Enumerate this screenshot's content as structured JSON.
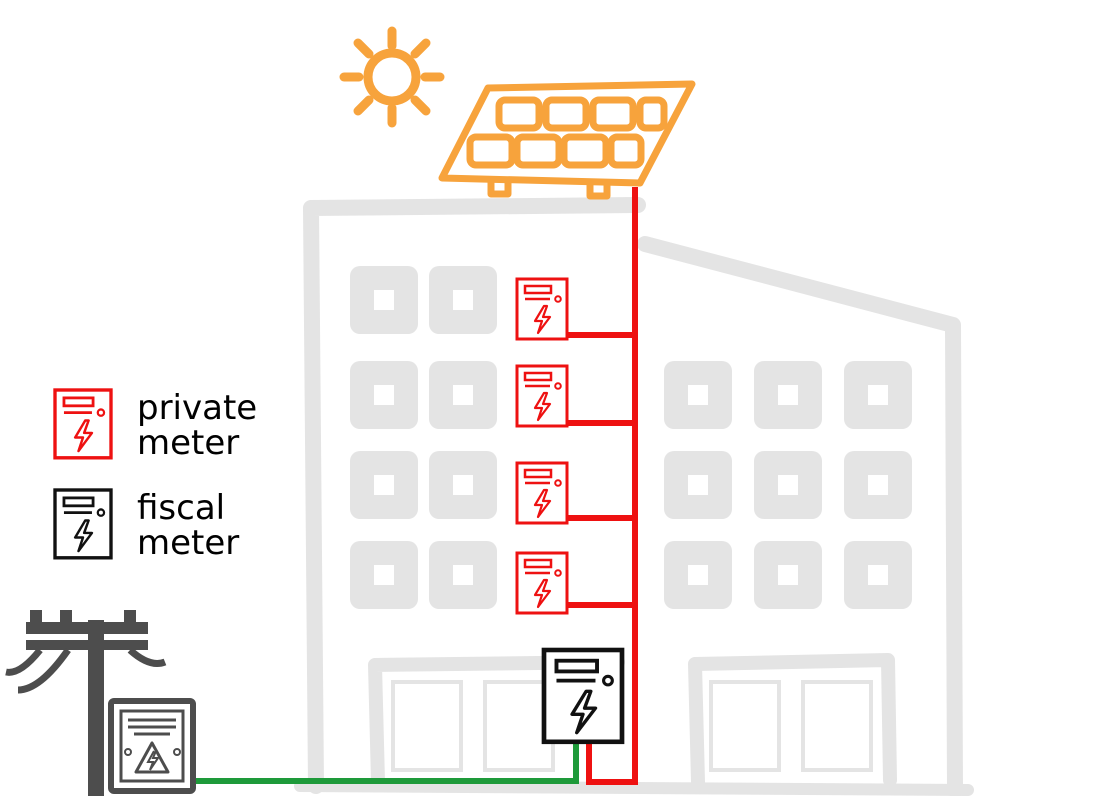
{
  "legend": {
    "private": {
      "line1": "private",
      "line2": "meter"
    },
    "fiscal": {
      "line1": "fiscal",
      "line2": "meter"
    }
  },
  "colors": {
    "private_meter": "#ee1111",
    "fiscal_meter": "#111111",
    "solar": "#f7a33c",
    "building": "#e4e4e4",
    "grid_line": "#1e9a3a",
    "utility": "#4d4d4d"
  },
  "icons": [
    "sun-icon",
    "solar-panel-icon",
    "private-meter-icon",
    "fiscal-meter-icon",
    "utility-pole-icon",
    "transformer-box-icon",
    "building-icon"
  ]
}
